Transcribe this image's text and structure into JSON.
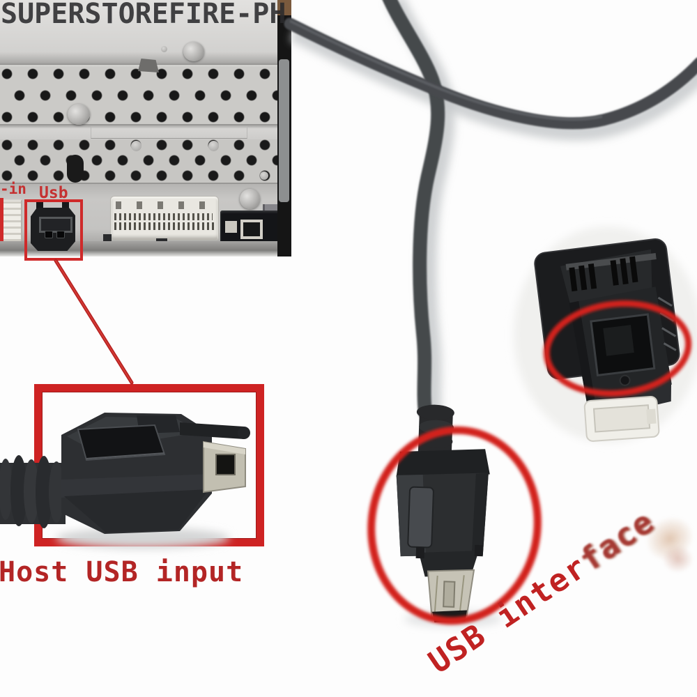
{
  "watermark": {
    "text": "SUPERSTOREFIRE-PH",
    "color": "#2a2a2c"
  },
  "radio_panel": {
    "aux_label": "-in",
    "usb_label": "Usb"
  },
  "annotations": {
    "host_usb_label": "Host USB input",
    "usb_interface_label_clean": "USB inter",
    "usb_interface_label_smudged": "face",
    "highlight_color": "#ce2323",
    "label_color": "#b32525"
  }
}
